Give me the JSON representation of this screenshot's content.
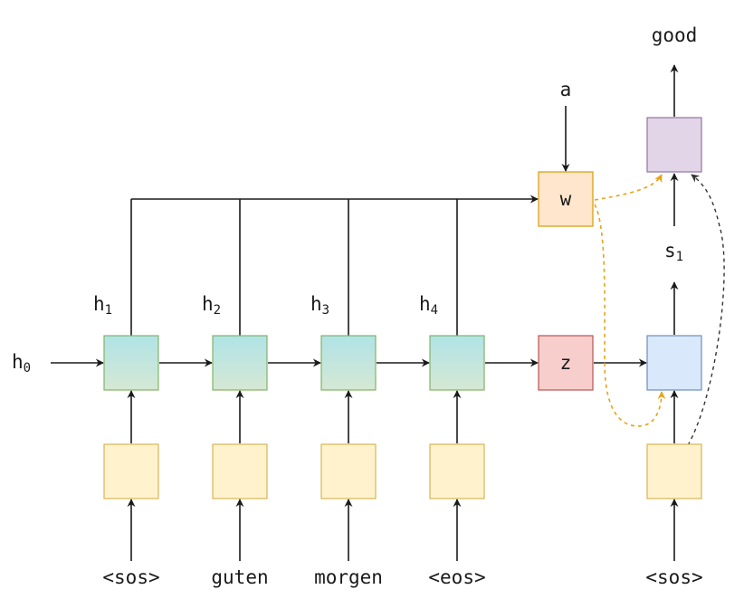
{
  "inputs": [
    "<sos>",
    "guten",
    "morgen",
    "<eos>"
  ],
  "decoder_input": "<sos>",
  "hidden_states": [
    {
      "base": "h",
      "sub": "0"
    },
    {
      "base": "h",
      "sub": "1"
    },
    {
      "base": "h",
      "sub": "2"
    },
    {
      "base": "h",
      "sub": "3"
    },
    {
      "base": "h",
      "sub": "4"
    }
  ],
  "context_label": "z",
  "weighted_label": "w",
  "attention_label": "a",
  "decoder_state": {
    "base": "s",
    "sub": "1"
  },
  "output": "good",
  "colors": {
    "embedding_fill": "#fff2cc",
    "embedding_stroke": "#d6b656",
    "rnn_fill_top": "#b0e3e6",
    "rnn_fill_bottom": "#d5e8d4",
    "rnn_stroke": "#82b366",
    "z_fill": "#f8cecc",
    "z_stroke": "#b85450",
    "w_fill": "#ffe6cc",
    "w_stroke": "#d79b00",
    "decoder_fill": "#dae8fc",
    "decoder_stroke": "#6c8ebf",
    "output_fill": "#e1d5e7",
    "output_stroke": "#9673a6",
    "attention_arrow": "#e6a317",
    "skip_arrow": "#333333"
  }
}
